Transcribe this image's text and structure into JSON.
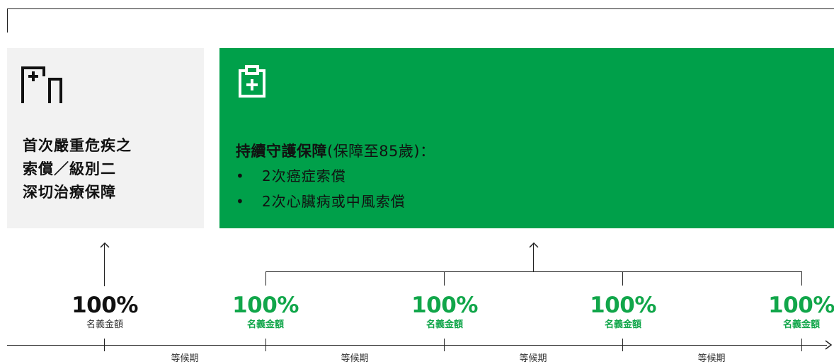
{
  "left_card": {
    "icon": "hospital-icon",
    "title_lines": [
      "首次嚴重危疾之",
      "索償／級別二",
      "深切治療保障"
    ]
  },
  "right_card": {
    "icon": "medical-clipboard-icon",
    "heading_bold": "持續守護保障",
    "heading_rest": "(保障至85歲)：",
    "bullets": [
      "2次癌症索償",
      "2次心臟病或中風索償"
    ]
  },
  "amounts": [
    {
      "pct": "100%",
      "label": "名義金額"
    },
    {
      "pct": "100%",
      "label": "名義金額"
    },
    {
      "pct": "100%",
      "label": "名義金額"
    },
    {
      "pct": "100%",
      "label": "名義金額"
    },
    {
      "pct": "100%",
      "label": "名義金額"
    }
  ],
  "periods": [
    "等候期",
    "等候期",
    "等候期",
    "等候期"
  ],
  "colors": {
    "green": "#00a04a",
    "green_text": "#11a64a",
    "gray_card": "#f2f2f2"
  }
}
